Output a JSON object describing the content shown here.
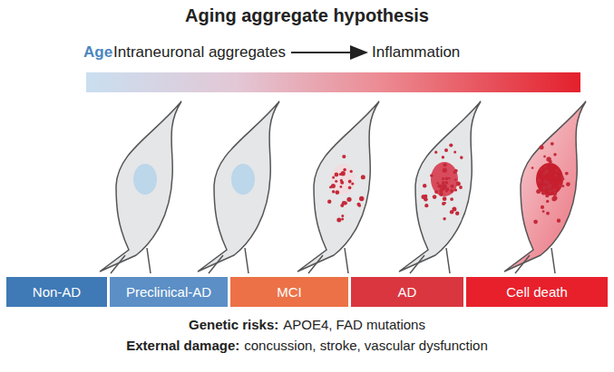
{
  "diagram": {
    "title": "Aging aggregate hypothesis",
    "nodes": [
      {
        "text": [
          "Non-AD"
        ]
      },
      {
        "text": [
          "Preclinical-AD"
        ]
      },
      {
        "text": [
          "MCI"
        ]
      },
      {
        "text": [
          "AD"
        ]
      },
      {
        "text": [
          "Cell death"
        ]
      }
    ],
    "labels": [
      "Age",
      "Intraneuronal aggregates",
      "Inflammation",
      "Genetic risks:",
      "APOE4, FAD mutations",
      "External damage:",
      "concussion, stroke, vascular dysfunction"
    ]
  }
}
